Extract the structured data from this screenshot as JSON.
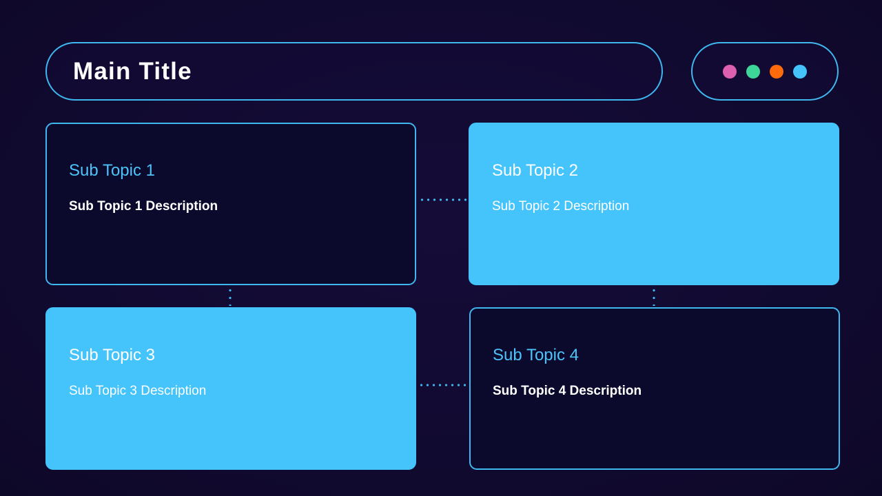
{
  "header": {
    "title": "Main Title",
    "dots": [
      {
        "name": "dot-pink",
        "color": "#DD5FB0"
      },
      {
        "name": "dot-green",
        "color": "#3DD598"
      },
      {
        "name": "dot-orange",
        "color": "#FF6B0A"
      },
      {
        "name": "dot-blue",
        "color": "#45C4FC"
      }
    ]
  },
  "cards": [
    {
      "title": "Sub Topic 1",
      "description": "Sub Topic 1 Description",
      "style": "outline"
    },
    {
      "title": "Sub Topic 2",
      "description": "Sub Topic 2 Description",
      "style": "filled"
    },
    {
      "title": "Sub Topic 3",
      "description": "Sub Topic 3 Description",
      "style": "filled"
    },
    {
      "title": "Sub Topic 4",
      "description": "Sub Topic 4 Description",
      "style": "outline"
    }
  ],
  "connectors": [
    {
      "name": "connector-card1-card2",
      "orientation": "horizontal"
    },
    {
      "name": "connector-card3-card4",
      "orientation": "horizontal"
    },
    {
      "name": "connector-card1-card3",
      "orientation": "vertical"
    },
    {
      "name": "connector-card2-card4",
      "orientation": "vertical"
    }
  ],
  "theme": {
    "background": "#120A33",
    "accent": "#3FB7EF",
    "fill": "#45C4FC",
    "card_background": "#0C0A2C",
    "heading_color": "#4DC3FA",
    "text_color": "#FFFFFF"
  }
}
